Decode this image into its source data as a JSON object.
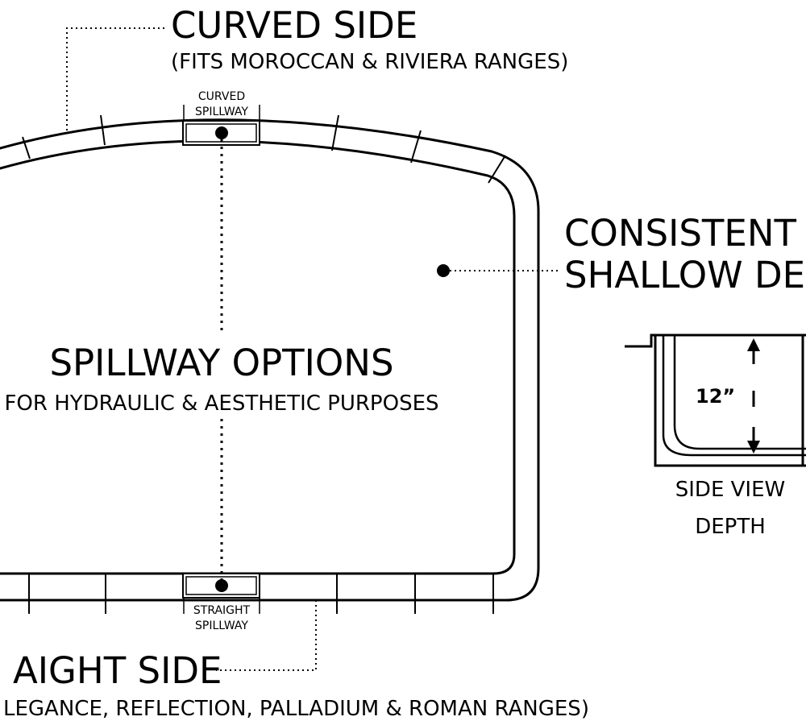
{
  "labels": {
    "curved_side_title": "CURVED SIDE",
    "curved_side_sub": "(FITS MOROCCAN & RIVIERA RANGES)",
    "curved_spillway_1": "CURVED",
    "curved_spillway_2": "SPILLWAY",
    "consistent_1": "CONSISTENT",
    "consistent_2": "SHALLOW DE",
    "spillway_options_title": "SPILLWAY OPTIONS",
    "spillway_options_sub": "FOR HYDRAULIC & AESTHETIC PURPOSES",
    "depth_value": "12”",
    "side_view_1": "SIDE VIEW",
    "side_view_2": "DEPTH",
    "straight_spillway_1": "STRAIGHT",
    "straight_spillway_2": "SPILLWAY",
    "straight_side_title": "AIGHT SIDE",
    "straight_side_sub": "LEGANCE, REFLECTION, PALLADIUM & ROMAN RANGES)"
  },
  "colors": {
    "ink": "#000000",
    "background": "#ffffff"
  }
}
